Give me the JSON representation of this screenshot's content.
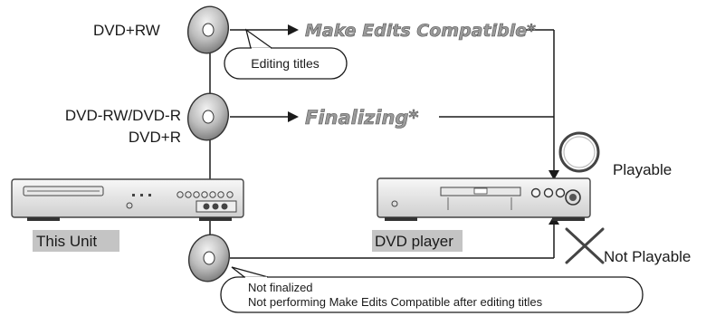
{
  "media": {
    "dvd_plus_rw": "DVD+RW",
    "dvd_rw_r_line1": "DVD-RW/DVD-R",
    "dvd_rw_r_line2": "DVD+R"
  },
  "process": {
    "make_edits": "Make Edits Compatible*",
    "finalizing": "Finalizing*"
  },
  "callouts": {
    "editing_titles": "Editing titles",
    "not_finalized_line1": "Not finalized",
    "not_finalized_line2": "Not performing Make Edits Compatible after editing titles"
  },
  "devices": {
    "this_unit": "This Unit",
    "dvd_player": "DVD player"
  },
  "results": {
    "playable": "Playable",
    "not_playable": "Not Playable"
  }
}
